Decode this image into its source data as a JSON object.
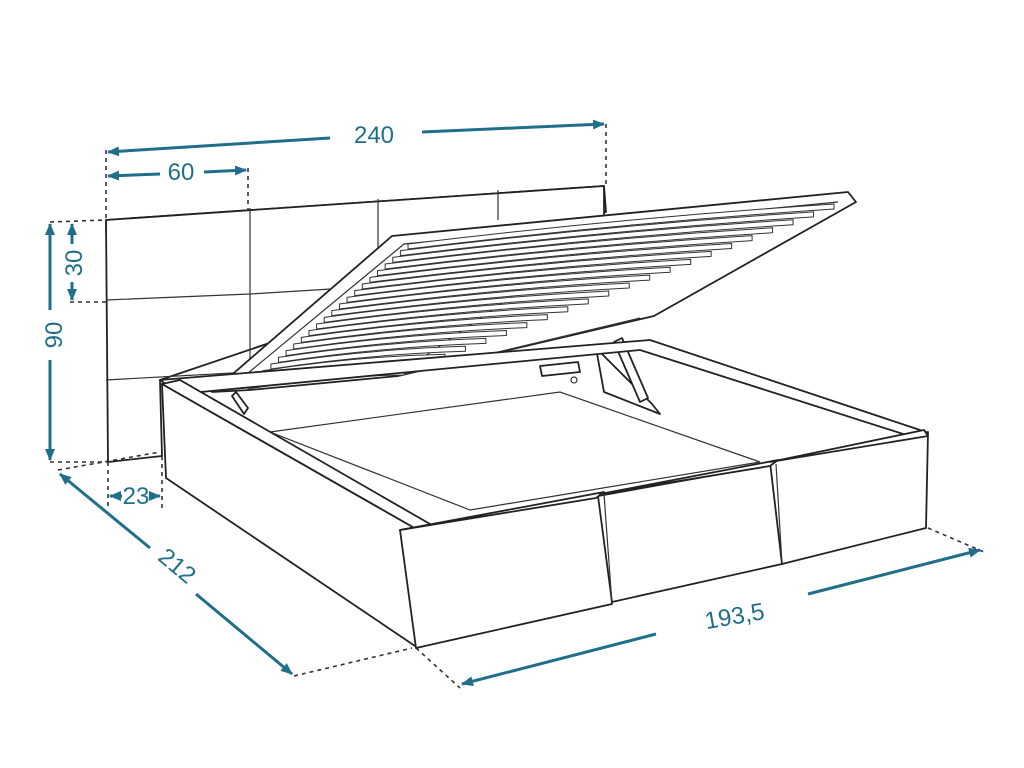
{
  "diagram": {
    "accent_color": "#1f6f8b",
    "line_color": "#222222",
    "dimensions": {
      "headboard_width": "240",
      "panel_width": "60",
      "panel_height": "30",
      "headboard_height": "90",
      "headboard_depth": "23",
      "length": "212",
      "frame_width": "193,5"
    }
  }
}
